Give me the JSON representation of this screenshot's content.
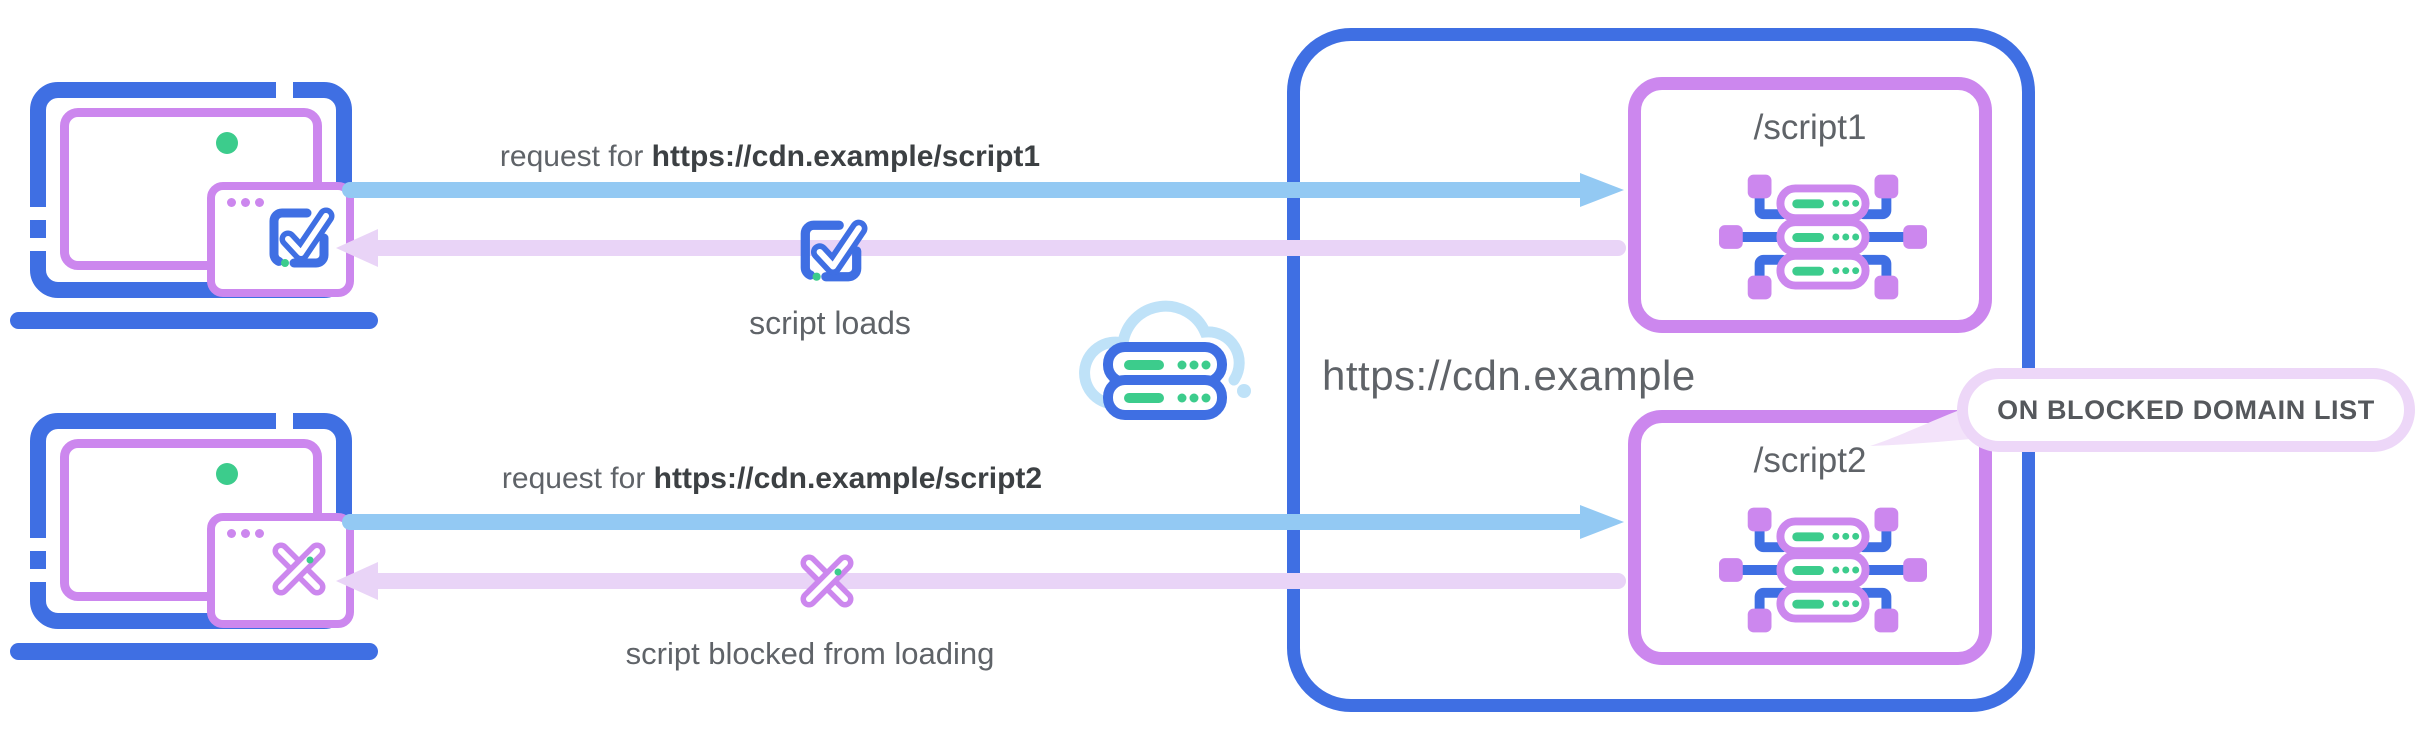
{
  "colors": {
    "blue": "#3F6FE3",
    "light-blue": "#93C9F3",
    "cloud-blue": "#BFE2F8",
    "purple": "#CC87EE",
    "lavender": "#E9D4F7",
    "lavender-border": "#EDD7F8",
    "lavender-tail": "#F3E3FA",
    "green": "#3CCC8C",
    "text-gray": "#5F6368",
    "url-dark": "#3C4043"
  },
  "flows": [
    {
      "client_icon": "laptop-with-check-browser",
      "request_prefix": "request for ",
      "request_url": "https://cdn.example/script1",
      "result_icon": "check-square",
      "result_label": "script loads"
    },
    {
      "client_icon": "laptop-with-blocked-browser",
      "request_prefix": "request for ",
      "request_url": "https://cdn.example/script2",
      "result_icon": "blocked-cross",
      "result_label": "script blocked from loading"
    }
  ],
  "network_icon": "cloud-server",
  "cdn": {
    "label": "https://cdn.example",
    "endpoints": [
      {
        "path": "/script1",
        "icon": "server-cluster"
      },
      {
        "path": "/script2",
        "icon": "server-cluster"
      }
    ]
  },
  "callout": {
    "text": "ON BLOCKED DOMAIN LIST"
  }
}
